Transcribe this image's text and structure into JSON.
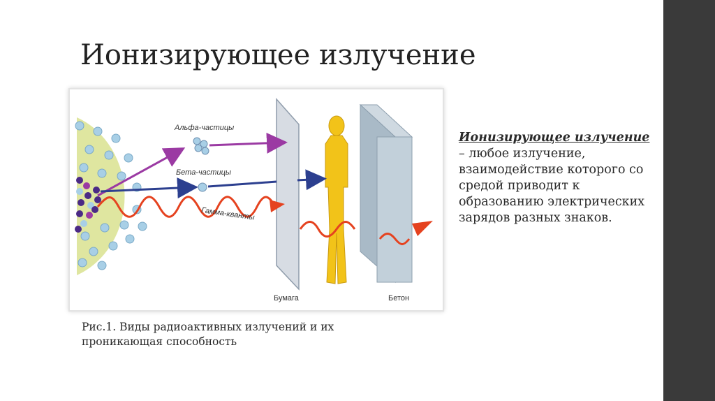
{
  "slide": {
    "title": "Ионизирующее излучение",
    "definition": {
      "term": "Ионизирующее излучение ",
      "text": "– любое излучение, взаимодействие которого со средой приводит к образованию электрических зарядов разных знаков."
    },
    "caption": "Рис.1. Виды радиоактивных излучений и их проникающая способность"
  },
  "figure": {
    "labels": {
      "alpha": "Альфа-частицы",
      "beta": "Бета-частицы",
      "gamma": "Гамма-кванты",
      "paper": "Бумага",
      "concrete": "Бетон"
    },
    "colors": {
      "source": "#dfe6a0",
      "alpha": "#9b3aa3",
      "beta": "#2c3f8f",
      "gamma": "#e5421f",
      "paper": "#d7dce3",
      "concrete": "#b8c6d1",
      "human": "#f2c319"
    }
  },
  "colors": {
    "sidebar": "#3a3a3a",
    "text": "#222222"
  }
}
